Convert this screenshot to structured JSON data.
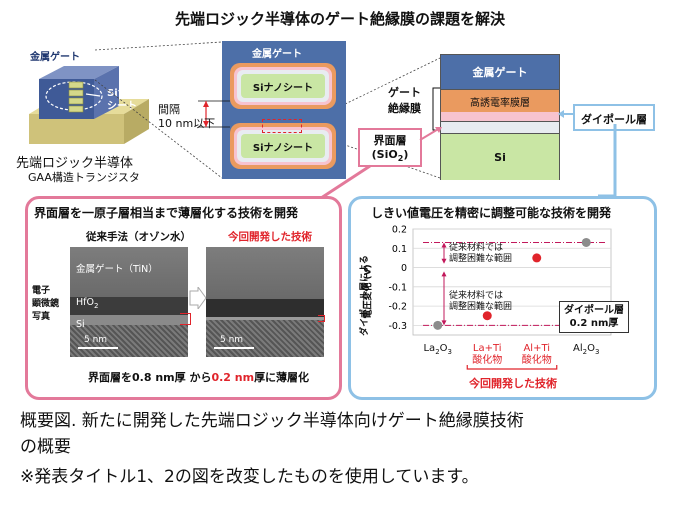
{
  "title": "先端ロジック半導体のゲート絶縁膜の課題を解決",
  "device": {
    "metal_gate": "金属ゲート",
    "si_nanosheet_1": "Siナノ",
    "si_nanosheet_2": "シート",
    "caption_1": "先端ロジック半導体",
    "caption_2": "GAA構造トランジスタ"
  },
  "crosssection": {
    "metal_gate": "金属ゲート",
    "sheet_top": "Siナノシート",
    "sheet_bottom": "Siナノシート",
    "spacing_1": "間隔",
    "spacing_2": "10 nm以下"
  },
  "stack": {
    "metal_gate": "金属ゲート",
    "high_k": "高誘電率膜層",
    "si": "Si",
    "gate_insulator_1": "ゲート",
    "gate_insulator_2": "絶縁膜",
    "dipole": "ダイポール層",
    "interface_1": "界面層",
    "interface_2": "(SiO",
    "interface_sub": "2",
    "interface_3": ")"
  },
  "left_panel": {
    "heading": "界面層を一原子層相当まで薄層化する技術を開発",
    "conventional": "従来手法（オゾン水）",
    "new": "今回開発した技術",
    "side_1": "電子",
    "side_2": "顕微鏡",
    "side_3": "写真",
    "img_gate": "金属ゲート（TiN）",
    "img_hfo": "HfO",
    "img_hfo_sub": "2",
    "img_si": "Si",
    "scale_1": "5 nm",
    "scale_2": "5 nm",
    "bottom_a": "界面層を0.8 nm厚 から",
    "bottom_b": "0.2 nm",
    "bottom_c": "厚に薄層化"
  },
  "right_panel": {
    "heading": "しきい値電圧を精密に調整可能な技術を開発",
    "ylabel_1": "ダイポール層による",
    "ylabel_2": "電圧変化 (V)",
    "annot_top_1": "従来材料では",
    "annot_top_2": "調整困難な範囲",
    "annot_bot_1": "従来材料では",
    "annot_bot_2": "調整困難な範囲",
    "dipole_box_1": "ダイポール層",
    "dipole_box_2": "0.2 nm厚",
    "footer": "今回開発した技術"
  },
  "chart_data": {
    "type": "scatter",
    "categories": [
      "La2O3",
      "La+Ti 酸化物",
      "Al+Ti 酸化物",
      "Al2O3"
    ],
    "cat_labels": [
      {
        "main": "La",
        "sub": "2",
        "tail": "O",
        "sub2": "3"
      },
      {
        "main": "La+Ti",
        "line2": "酸化物"
      },
      {
        "main": "Al+Ti",
        "line2": "酸化物"
      },
      {
        "main": "Al",
        "sub": "2",
        "tail": "O",
        "sub2": "3"
      }
    ],
    "values": [
      -0.3,
      -0.25,
      0.05,
      0.13
    ],
    "point_colors": [
      "#8c8c8c",
      "#e0242b",
      "#e0242b",
      "#8c8c8c"
    ],
    "reference_lines": [
      0.13,
      -0.3
    ],
    "ylim": [
      -0.35,
      0.2
    ],
    "yticks": [
      "0.2",
      "0.1",
      "0",
      "-0.1",
      "-0.2",
      "-0.3"
    ],
    "ytick_values": [
      0.2,
      0.1,
      0,
      -0.1,
      -0.2,
      -0.3
    ],
    "grid": true
  },
  "caption": {
    "line1": "概要図. 新たに開発した先端ロジック半導体向けゲート絶縁膜技術",
    "line2": "の概要",
    "line3": "※発表タイトル1、2の図を改変したものを使用しています。"
  },
  "colors": {
    "pink_frame": "#e3799a",
    "blue_frame": "#8ec1e6",
    "metal_gate": "#4d6fa8",
    "high_k": "#ea9a5f",
    "dipole": "#f7c3cf",
    "interface": "#e8ecf1",
    "si": "#c9e6a4",
    "red": "#e0242b"
  }
}
